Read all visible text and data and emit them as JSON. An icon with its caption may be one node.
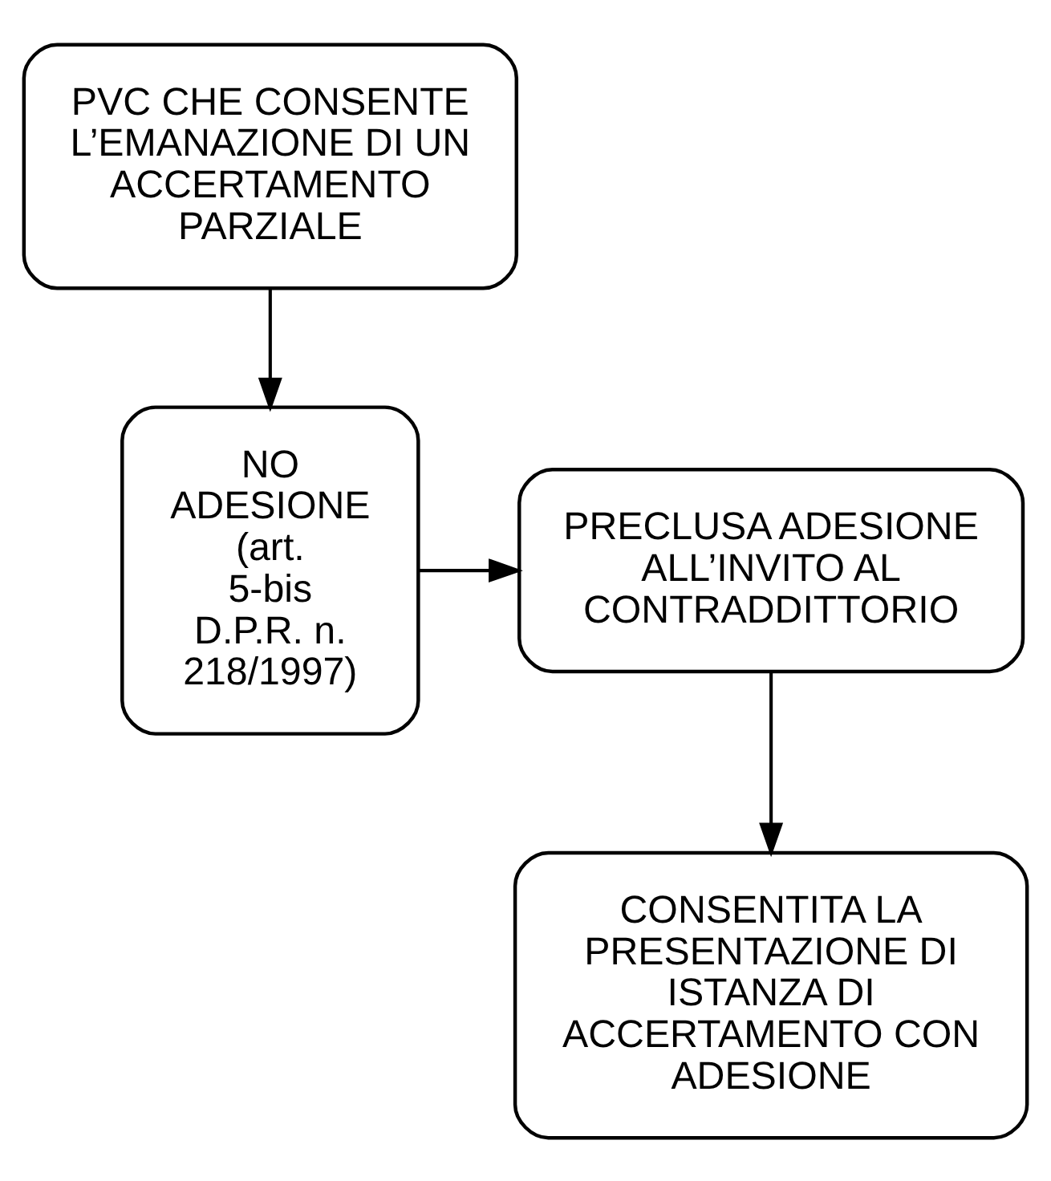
{
  "diagram": {
    "nodes": [
      {
        "text": [
          "PVC CHE CONSENTE L’EMANAZIONE DI UN ACCERTAMENTO PARZIALE"
        ]
      },
      {
        "text": [
          "NO ADESIONE (art. 5-bis D.P.R. n. 218/1997)"
        ]
      },
      {
        "text": [
          "PRECLUSA ADESIONE ALL’INVITO AL CONTRADDITTORIO"
        ]
      },
      {
        "text": [
          "CONSENTITA LA PRESENTAZIONE DI ISTANZA DI ACCERTAMENTO CON ADESIONE"
        ]
      }
    ],
    "edges": [
      {
        "from": 0,
        "to": 1,
        "arrow": "to"
      },
      {
        "from": 1,
        "to": 2,
        "arrow": "to"
      },
      {
        "from": 2,
        "to": 3,
        "arrow": "to"
      }
    ]
  }
}
